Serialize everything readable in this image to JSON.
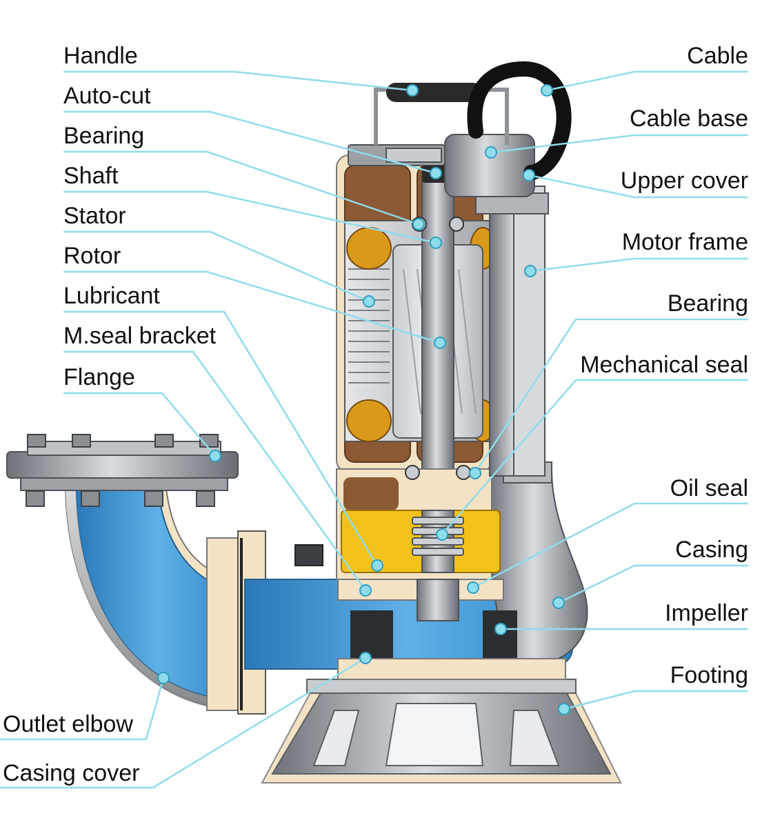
{
  "colors": {
    "leader": "#8fdcec",
    "dot": "#2f9fbf",
    "blue_water": "#3f97d6",
    "metal": "#a9adb2",
    "dark_metal": "#55595e",
    "brown": "#8b5a34",
    "cream": "#f3e2c4",
    "yellow_oil": "#f2c21a",
    "copper": "#d99a1c"
  },
  "labels": {
    "left": [
      {
        "key": "handle",
        "text": "Handle"
      },
      {
        "key": "auto_cut",
        "text": "Auto-cut"
      },
      {
        "key": "bearing_upper",
        "text": "Bearing"
      },
      {
        "key": "shaft",
        "text": "Shaft"
      },
      {
        "key": "stator",
        "text": "Stator"
      },
      {
        "key": "rotor",
        "text": "Rotor"
      },
      {
        "key": "lubricant",
        "text": "Lubricant"
      },
      {
        "key": "mseal_bracket",
        "text": "M.seal bracket"
      },
      {
        "key": "flange",
        "text": "Flange"
      },
      {
        "key": "outlet_elbow",
        "text": "Outlet elbow"
      },
      {
        "key": "casing_cover",
        "text": "Casing cover"
      }
    ],
    "right": [
      {
        "key": "cable",
        "text": "Cable"
      },
      {
        "key": "cable_base",
        "text": "Cable base"
      },
      {
        "key": "upper_cover",
        "text": "Upper cover"
      },
      {
        "key": "motor_frame",
        "text": "Motor frame"
      },
      {
        "key": "bearing_lower",
        "text": "Bearing"
      },
      {
        "key": "mechanical_seal",
        "text": "Mechanical seal"
      },
      {
        "key": "oil_seal",
        "text": "Oil seal"
      },
      {
        "key": "casing",
        "text": "Casing"
      },
      {
        "key": "impeller",
        "text": "Impeller"
      },
      {
        "key": "footing",
        "text": "Footing"
      }
    ]
  }
}
